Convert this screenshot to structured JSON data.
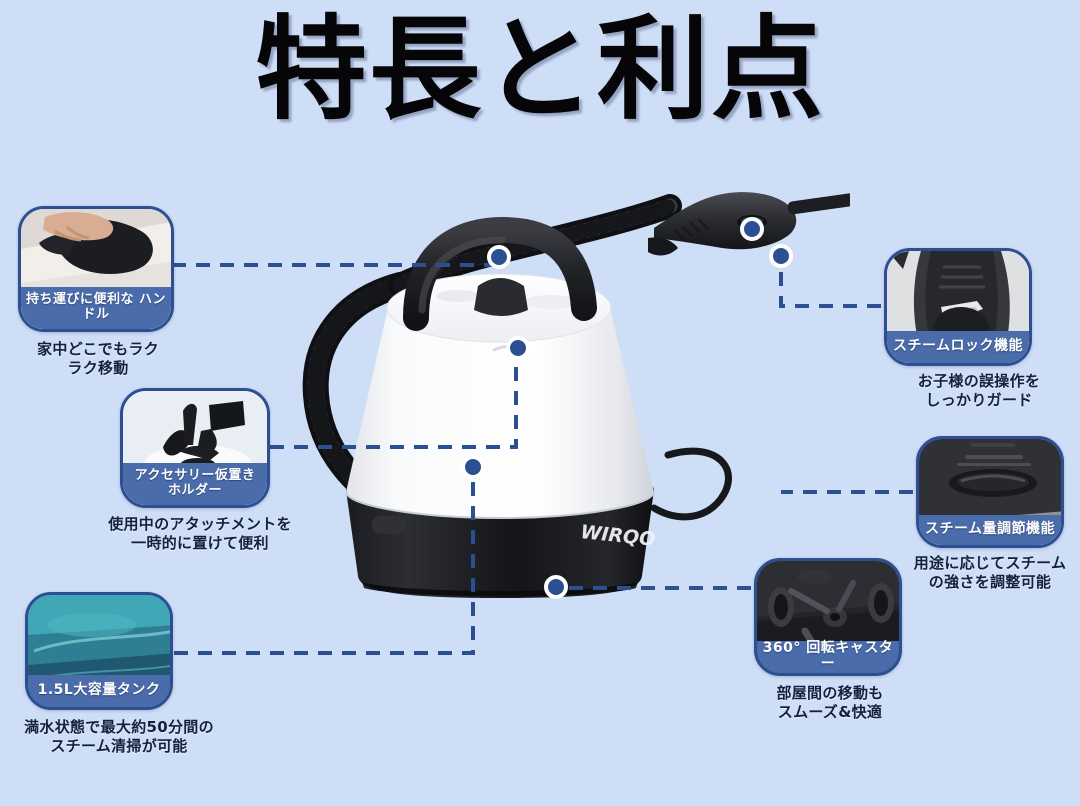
{
  "page": {
    "title": "特長と利点",
    "background_color": "#cfdef7",
    "accent_color": "#2c4f92",
    "badge_color": "#4a6cab",
    "caption_color": "#14213d"
  },
  "product": {
    "brand": "WIRQO",
    "body_color": "#ffffff",
    "base_color": "#17181c",
    "handle_color": "#26272b",
    "type": "steam-cleaner"
  },
  "features": [
    {
      "id": "handle",
      "badge": "持ち運びに便利な\nハンドル",
      "caption": "家中どこでもラク\nラク移動",
      "photo": "handle-grip-photo"
    },
    {
      "id": "accessory-holder",
      "badge": "アクセサリー仮置き\nホルダー",
      "caption": "使用中のアタッチメントを\n一時的に置けて便利",
      "photo": "accessory-holder-photo"
    },
    {
      "id": "tank",
      "badge": "1.5L大容量タンク",
      "caption": "満水状態で最大約50分間の\nスチーム清掃が可能",
      "photo": "water-tank-photo"
    },
    {
      "id": "steam-lock",
      "badge": "スチームロック機能",
      "caption": "お子様の誤操作を\nしっかりガード",
      "photo": "steam-lock-photo"
    },
    {
      "id": "steam-control",
      "badge": "スチーム量調節機能",
      "caption": "用途に応じてスチーム\nの強さを調整可能",
      "photo": "steam-dial-photo"
    },
    {
      "id": "casters",
      "badge": "360° 回転キャスター",
      "caption": "部屋間の移動も\nスムーズ&快適",
      "photo": "caster-wheels-photo"
    }
  ]
}
